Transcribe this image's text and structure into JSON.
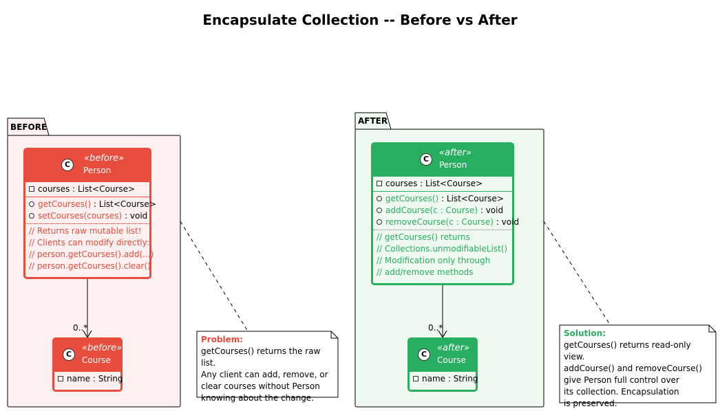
{
  "title": "Encapsulate Collection -- Before vs After",
  "colors": {
    "before_accent": "#e74c3c",
    "before_bg": "#fdf0f0",
    "after_accent": "#27ae60",
    "after_bg": "#eefaf0"
  },
  "before": {
    "package_label": "BEFORE",
    "person": {
      "stereotype": "«before»",
      "name": "Person",
      "class_icon": "C",
      "attributes": [
        "courses : List<Course>"
      ],
      "methods": [
        {
          "name": "getCourses()",
          "ret": " : List<Course>"
        },
        {
          "name": "setCourses(courses)",
          "ret": " : void"
        }
      ],
      "comments": [
        "// Returns raw mutable list!",
        "// Clients can modify directly:",
        "// person.getCourses().add(...)",
        "// person.getCourses().clear()"
      ]
    },
    "course": {
      "stereotype": "«before»",
      "name": "Course",
      "class_icon": "C",
      "attributes": [
        "name : String"
      ]
    },
    "multiplicity": "0..*",
    "note": {
      "title": "Problem:",
      "lines": [
        "getCourses() returns the raw list.",
        "Any client can add, remove, or",
        "clear courses without Person",
        "knowing about the change."
      ]
    }
  },
  "after": {
    "package_label": "AFTER",
    "person": {
      "stereotype": "«after»",
      "name": "Person",
      "class_icon": "C",
      "attributes": [
        "courses : List<Course>"
      ],
      "methods": [
        {
          "name": "getCourses()",
          "ret": " : List<Course>"
        },
        {
          "name": "addCourse(c : Course)",
          "ret": " : void"
        },
        {
          "name": "removeCourse(c : Course)",
          "ret": " : void"
        }
      ],
      "comments": [
        "// getCourses() returns",
        "// Collections.unmodifiableList()",
        "// Modification only through",
        "// add/remove methods"
      ]
    },
    "course": {
      "stereotype": "«after»",
      "name": "Course",
      "class_icon": "C",
      "attributes": [
        "name : String"
      ]
    },
    "multiplicity": "0..*",
    "note": {
      "title": "Solution:",
      "lines": [
        "getCourses() returns read-only view.",
        "addCourse() and removeCourse()",
        "give Person full control over",
        "its collection. Encapsulation",
        "is preserved."
      ]
    }
  }
}
